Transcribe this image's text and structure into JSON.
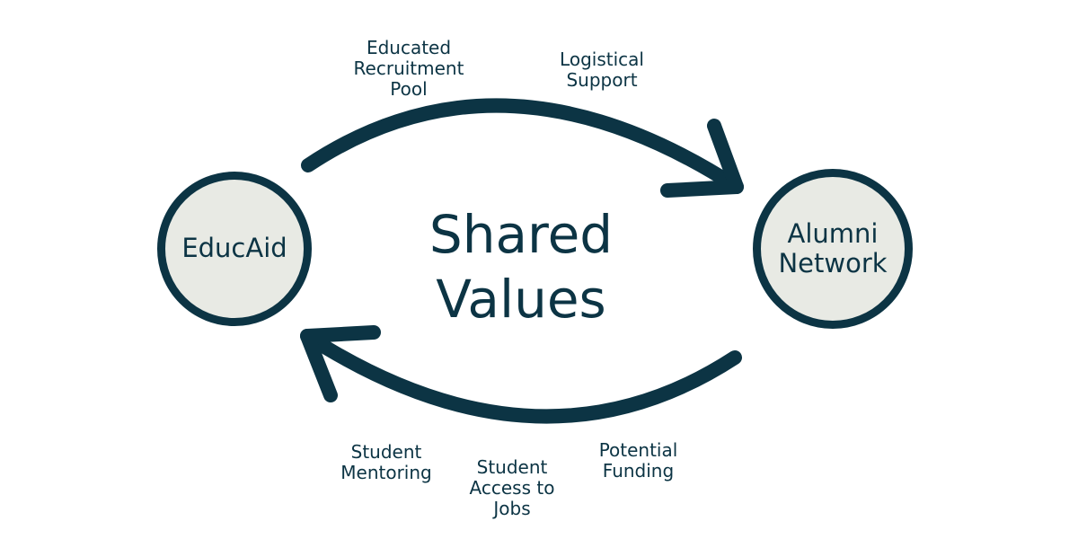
{
  "diagram": {
    "center_title": "Shared\nValues",
    "nodes": {
      "left": {
        "label": "EducAid"
      },
      "right": {
        "label": "Alumni\nNetwork"
      }
    },
    "flows": {
      "top": [
        "Educated\nRecruitment\nPool",
        "Logistical\nSupport"
      ],
      "bottom": [
        "Student\nMentoring",
        "Student\nAccess to\nJobs",
        "Potential\nFunding"
      ]
    },
    "colors": {
      "ink": "#0c3444",
      "node_fill": "#e8eae4",
      "background": "#ffffff"
    }
  }
}
